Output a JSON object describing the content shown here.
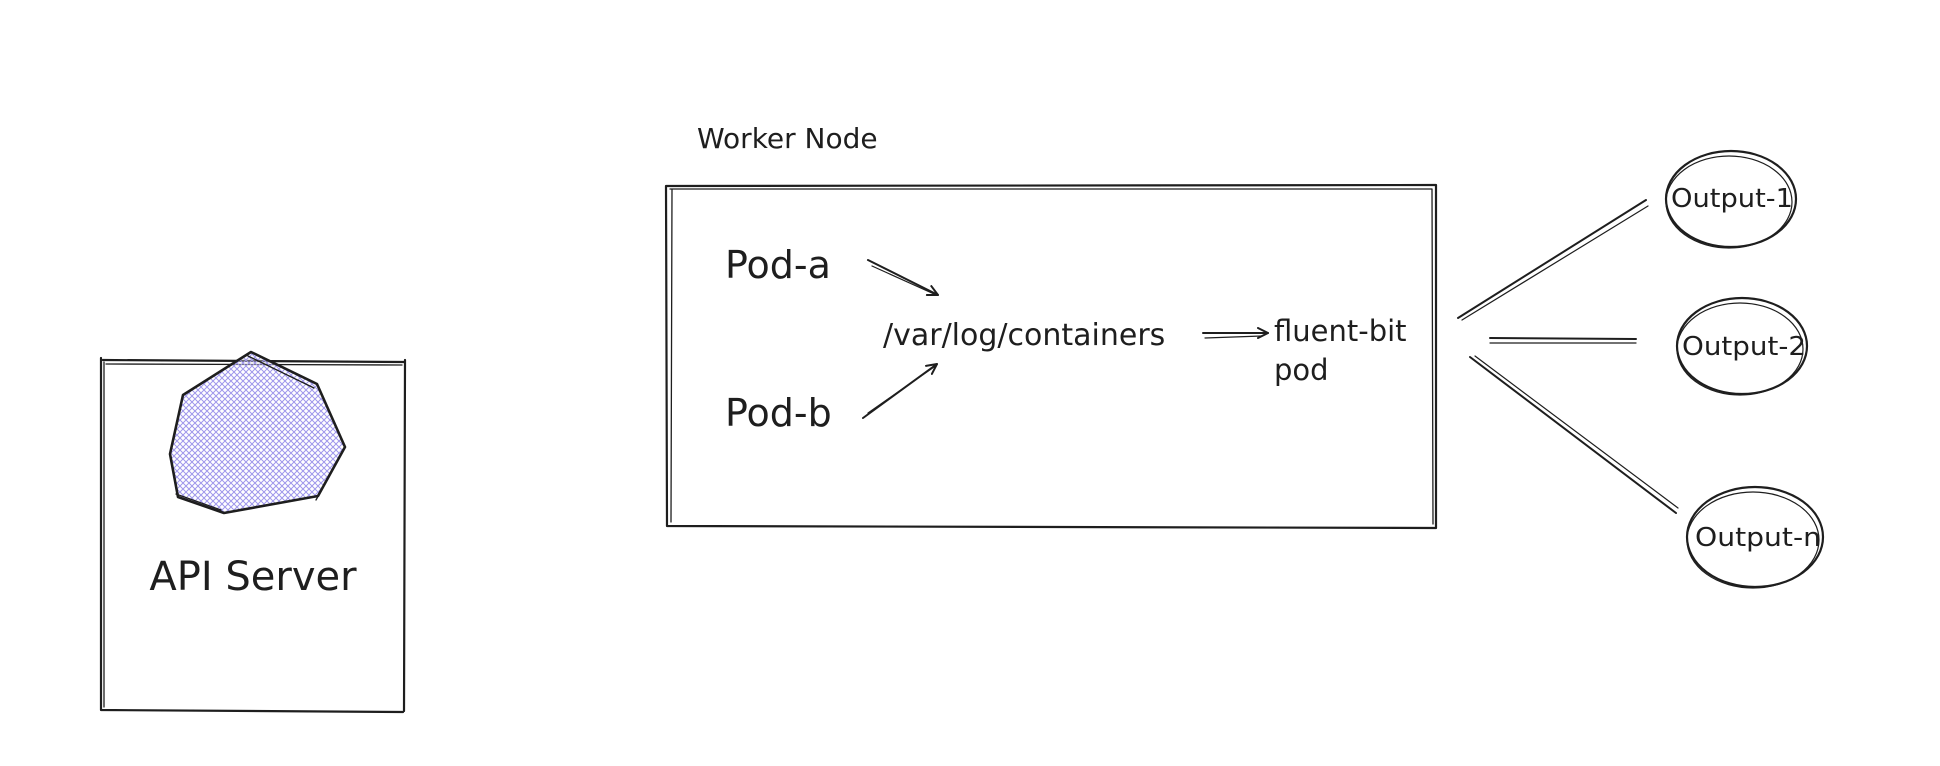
{
  "api_server": {
    "label": "API Server",
    "icon": "kubernetes-heptagon-icon",
    "fill_color": "#6b5fe0"
  },
  "worker_node": {
    "title": "Worker Node",
    "pods": [
      {
        "label": "Pod-a"
      },
      {
        "label": "Pod-b"
      }
    ],
    "log_path": "/var/log/containers",
    "fluent_bit": {
      "line1": "fluent-bit",
      "line2": "pod"
    }
  },
  "outputs": [
    {
      "label": "Output-1"
    },
    {
      "label": "Output-2"
    },
    {
      "label": "Output-n"
    }
  ],
  "colors": {
    "ink": "#1e1e1e",
    "background": "#ffffff"
  }
}
